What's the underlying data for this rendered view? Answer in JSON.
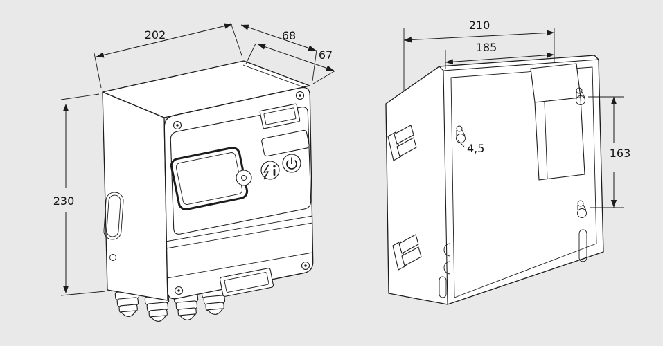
{
  "page": {
    "background": "#e9e9e9",
    "line_color": "#1c1c1c"
  },
  "front_view": {
    "dims": {
      "width": "202",
      "depth_top": "68",
      "depth_front": "67",
      "height": "230"
    }
  },
  "back_view": {
    "dims": {
      "width_overall": "210",
      "width_inner": "185",
      "hole_diameter": "4,5",
      "hole_spacing": "163"
    }
  }
}
